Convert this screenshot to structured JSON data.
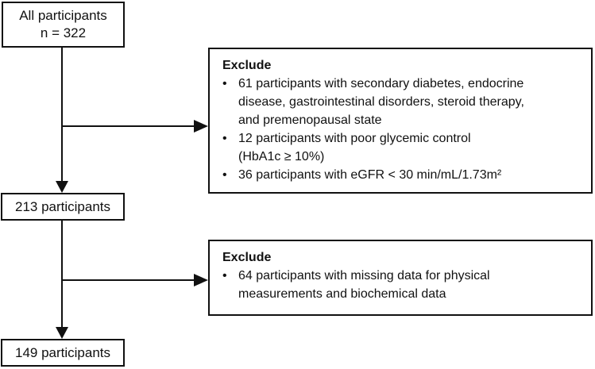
{
  "glyphs": {
    "bullet": "•"
  },
  "flowchart": {
    "colors": {
      "line": "#111111",
      "text": "#111111",
      "background": "#ffffff"
    },
    "start_box": {
      "line1": "All participants",
      "line2": "n = 322"
    },
    "mid_box": {
      "label": "213 participants"
    },
    "end_box": {
      "label": "149 participants"
    },
    "exclusions": [
      {
        "title": "Exclude",
        "items": [
          {
            "lines": [
              "61 participants with secondary diabetes, endocrine",
              "disease, gastrointestinal disorders, steroid therapy,",
              "and premenopausal state"
            ]
          },
          {
            "lines": [
              "12 participants with poor glycemic control",
              "(HbA1c ≥ 10%)"
            ]
          },
          {
            "lines": [
              "36 participants with eGFR < 30 min/mL/1.73m²"
            ]
          }
        ]
      },
      {
        "title": "Exclude",
        "items": [
          {
            "lines": [
              "64 participants with missing data for physical",
              "measurements and biochemical data"
            ]
          }
        ]
      }
    ]
  }
}
